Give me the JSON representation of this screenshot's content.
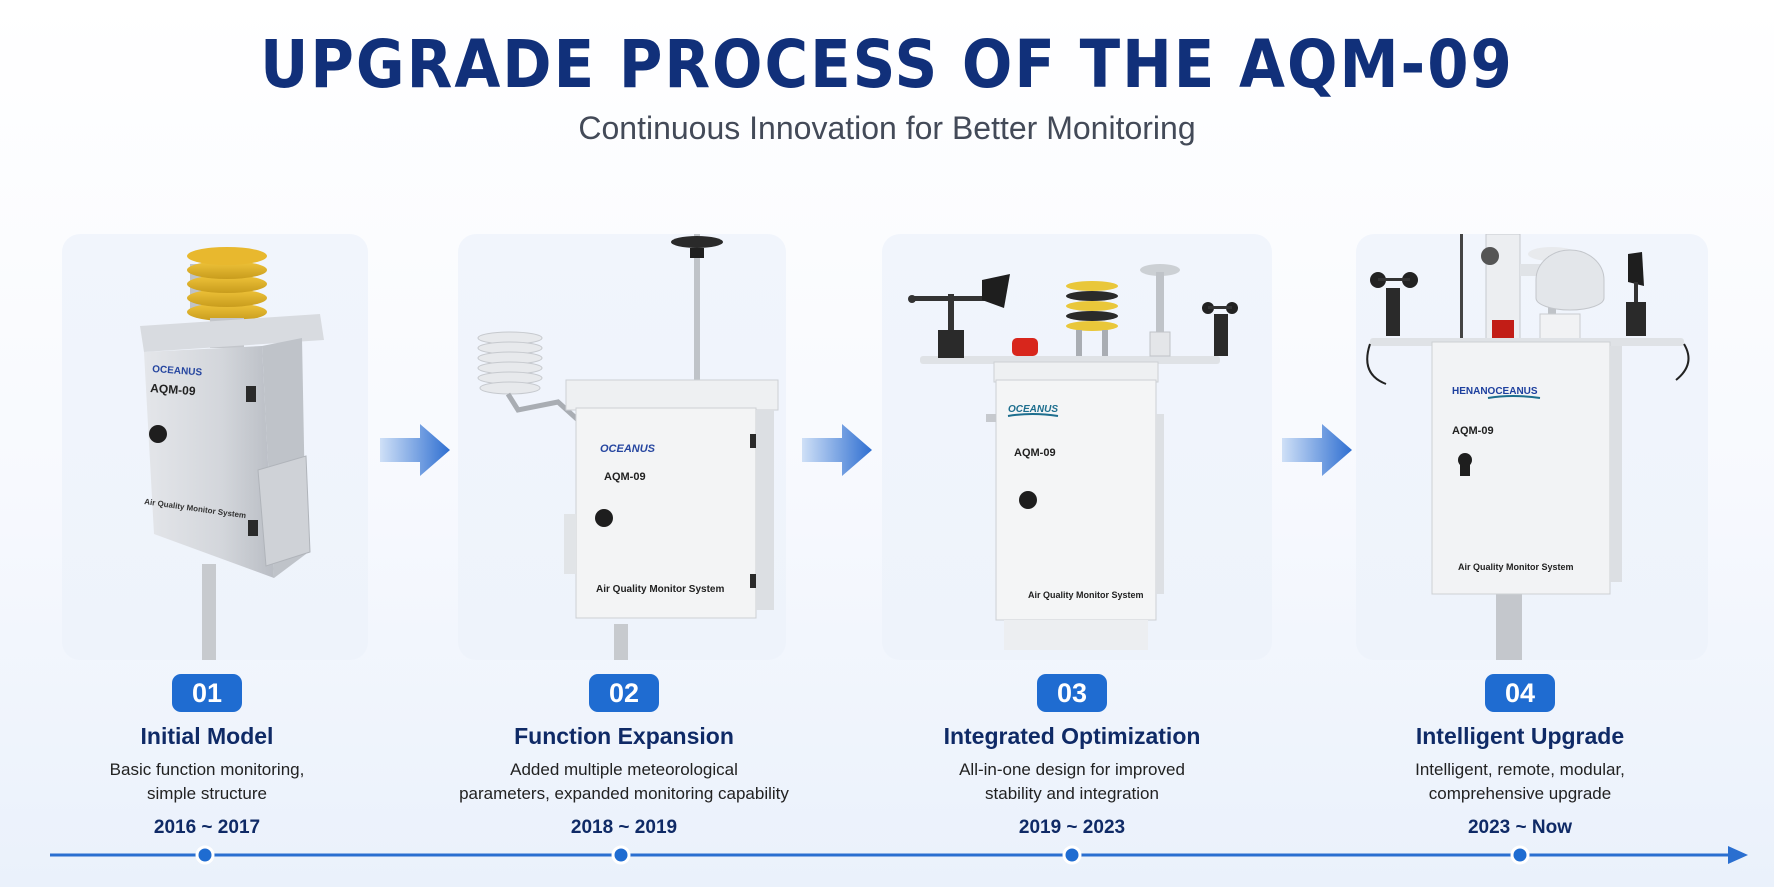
{
  "header": {
    "title": "UPGRADE PROCESS OF THE AQM-09",
    "subtitle": "Continuous Innovation for Better Monitoring"
  },
  "devices": [
    {
      "brand": "OCEANUS",
      "model": "AQM-09",
      "label": "Air Quality Monitor System"
    },
    {
      "brand": "OCEANUS",
      "model": "AQM-09",
      "label": "Air Quality Monitor System"
    },
    {
      "brand": "OCEANUS",
      "model": "AQM-09",
      "label": "Air Quality Monitor System"
    },
    {
      "brand": "HENANOCEANUS",
      "model": "AQM-09",
      "label": "Air Quality Monitor System"
    }
  ],
  "steps": [
    {
      "num": "01",
      "title": "Initial Model",
      "desc": "Basic function monitoring,\nsimple structure",
      "date": "2016 ~ 2017"
    },
    {
      "num": "02",
      "title": "Function Expansion",
      "desc": "Added multiple meteorological\nparameters, expanded monitoring capability",
      "date": "2018 ~ 2019"
    },
    {
      "num": "03",
      "title": "Integrated Optimization",
      "desc": "All-in-one design for improved\nstability and integration",
      "date": "2019 ~ 2023"
    },
    {
      "num": "04",
      "title": "Intelligent Upgrade",
      "desc": "Intelligent, remote, modular,\ncomprehensive upgrade",
      "date": "2023 ~ Now"
    }
  ],
  "colors": {
    "title": "#11307a",
    "accent": "#1f6cd1",
    "timeline": "#2a6fd0"
  }
}
